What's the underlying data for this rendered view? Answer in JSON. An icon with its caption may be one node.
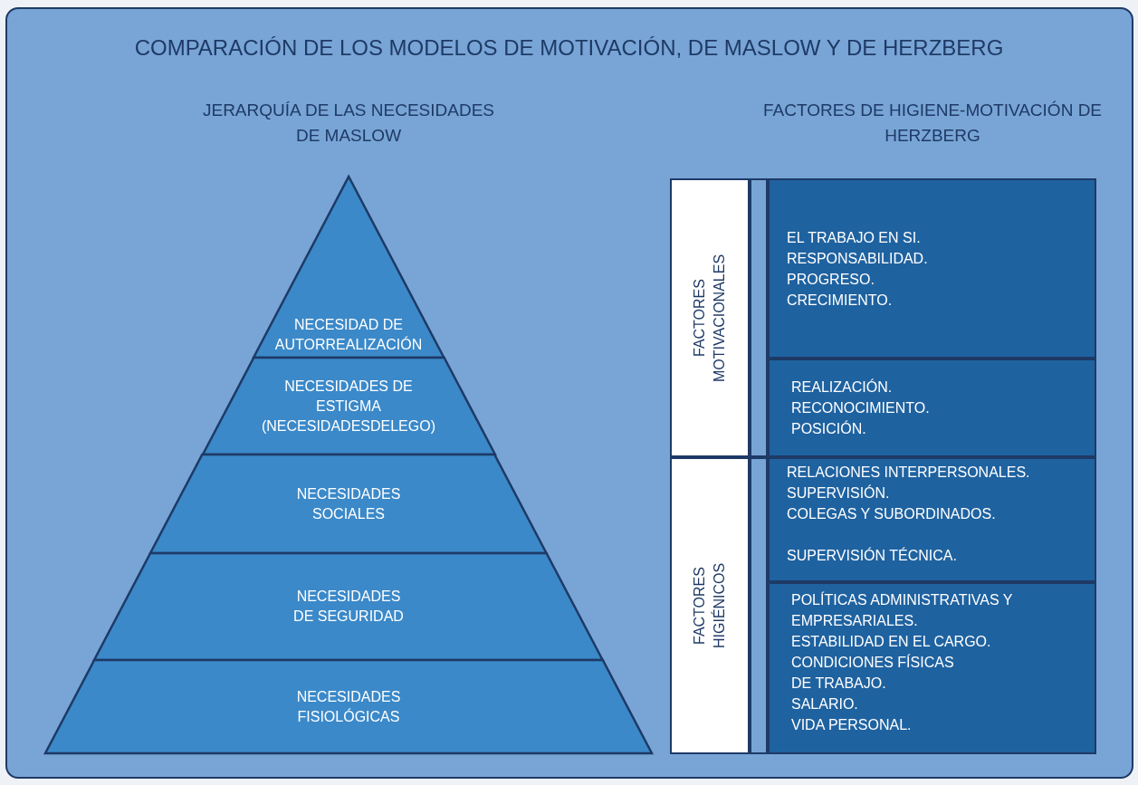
{
  "diagram": {
    "title": "COMPARACIÓN DE LOS MODELOS DE MOTIVACIÓN, DE MASLOW Y DE HERZBERG",
    "nodes": [
      {
        "text": [
          "NECESIDAD DE AUTORREALIZACIÓN"
        ]
      },
      {
        "text": [
          "NECESIDADES DE ESTIGMA (NECESIDADESDELEGO)"
        ]
      },
      {
        "text": [
          "NECESIDADES SOCIALES"
        ]
      },
      {
        "text": [
          "NECESIDADES DE SEGURIDAD"
        ]
      },
      {
        "text": [
          "NECESIDADES FISIOLÓGICAS"
        ]
      },
      {
        "text": [
          "FACTORES MOTIVACIONALES"
        ]
      },
      {
        "text": [],
        "shape": "bar"
      },
      {
        "text": [
          "EL TRABAJO EN SI.",
          "RESPONSABILIDAD.",
          "PROGRESO.",
          "CRECIMIENTO."
        ]
      },
      {
        "text": [
          "REALIZACIÓN.",
          "RECONOCIMIENTO.",
          "POSICIÓN."
        ]
      },
      {
        "text": [
          "FACTORES HIGIÉNICOS"
        ]
      },
      {
        "text": [],
        "shape": "bar"
      },
      {
        "text": [
          "RELACIONES INTERPERSONALES.",
          "SUPERVISIÓN.",
          "COLEGAS Y SUBORDINADOS.",
          "SUPERVISIÓN TÉCNICA."
        ]
      },
      {
        "text": [
          "POLÍTICAS ADMINISTRATIVAS Y EMPRESARIALES.",
          "ESTABILIDAD EN EL CARGO.",
          "CONDICIONES FÍSICAS DE TRABAJO.",
          "SALARIO.",
          "VIDA PERSONAL."
        ]
      }
    ],
    "labels": [
      "JERARQUÍA DE LAS NECESIDADES DE MASLOW",
      "FACTORES DE HIGIENE-MOTIVACIÓN DE HERZBERG"
    ]
  }
}
